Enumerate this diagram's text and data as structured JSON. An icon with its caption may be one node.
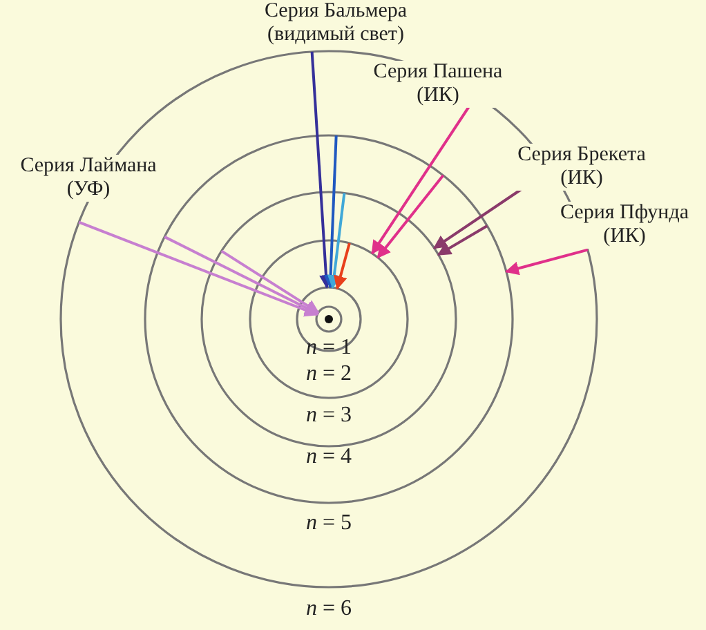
{
  "diagram": {
    "nodes": [
      {
        "text": [],
        "shape": "circle",
        "beside": [
          "*n* = 6"
        ]
      },
      {
        "text": [],
        "shape": "circle",
        "in": 0,
        "beside": [
          "*n* = 5"
        ]
      },
      {
        "text": [],
        "shape": "circle",
        "in": 1,
        "beside": [
          "*n* = 4"
        ]
      },
      {
        "text": [],
        "shape": "circle",
        "in": 2,
        "beside": [
          "*n* = 3"
        ]
      },
      {
        "text": [],
        "shape": "circle",
        "in": 3,
        "beside": [
          "*n* = 2"
        ]
      },
      {
        "text": [],
        "shape": "circle",
        "in": 4,
        "beside": [
          "*n* = 1"
        ]
      }
    ],
    "edges": [
      {
        "from": 0,
        "to": 5,
        "arrow": "to",
        "color": "#c77fd0"
      },
      {
        "from": 1,
        "to": 5,
        "arrow": "to",
        "color": "#c77fd0"
      },
      {
        "from": 2,
        "to": 5,
        "arrow": "to",
        "color": "#c77fd0"
      },
      {
        "from": 0,
        "to": 4,
        "arrow": "to",
        "color": "#35309a"
      },
      {
        "from": 1,
        "to": 4,
        "arrow": "to",
        "color": "#2058c0"
      },
      {
        "from": 2,
        "to": 4,
        "arrow": "to",
        "color": "#40a8d8"
      },
      {
        "from": 3,
        "to": 4,
        "arrow": "to",
        "color": "#e8401c"
      },
      {
        "from": 0,
        "to": 3,
        "arrow": "to",
        "color": "#e0308a"
      },
      {
        "from": 1,
        "to": 3,
        "arrow": "to",
        "color": "#e0308a"
      },
      {
        "from": 0,
        "to": 2,
        "arrow": "to",
        "color": "#8a3a6a"
      },
      {
        "from": 1,
        "to": 2,
        "arrow": "to",
        "color": "#8a3a6a"
      },
      {
        "from": 0,
        "to": 1,
        "arrow": "to",
        "color": "#e0308a"
      }
    ],
    "labels": [
      "Серия Бальмера (видимый свет)",
      "Серия Пашена (ИК)",
      "Серия Лаймана (УФ)",
      "Серия Брекета (ИК)",
      "Серия Пфунда (ИК)"
    ]
  }
}
